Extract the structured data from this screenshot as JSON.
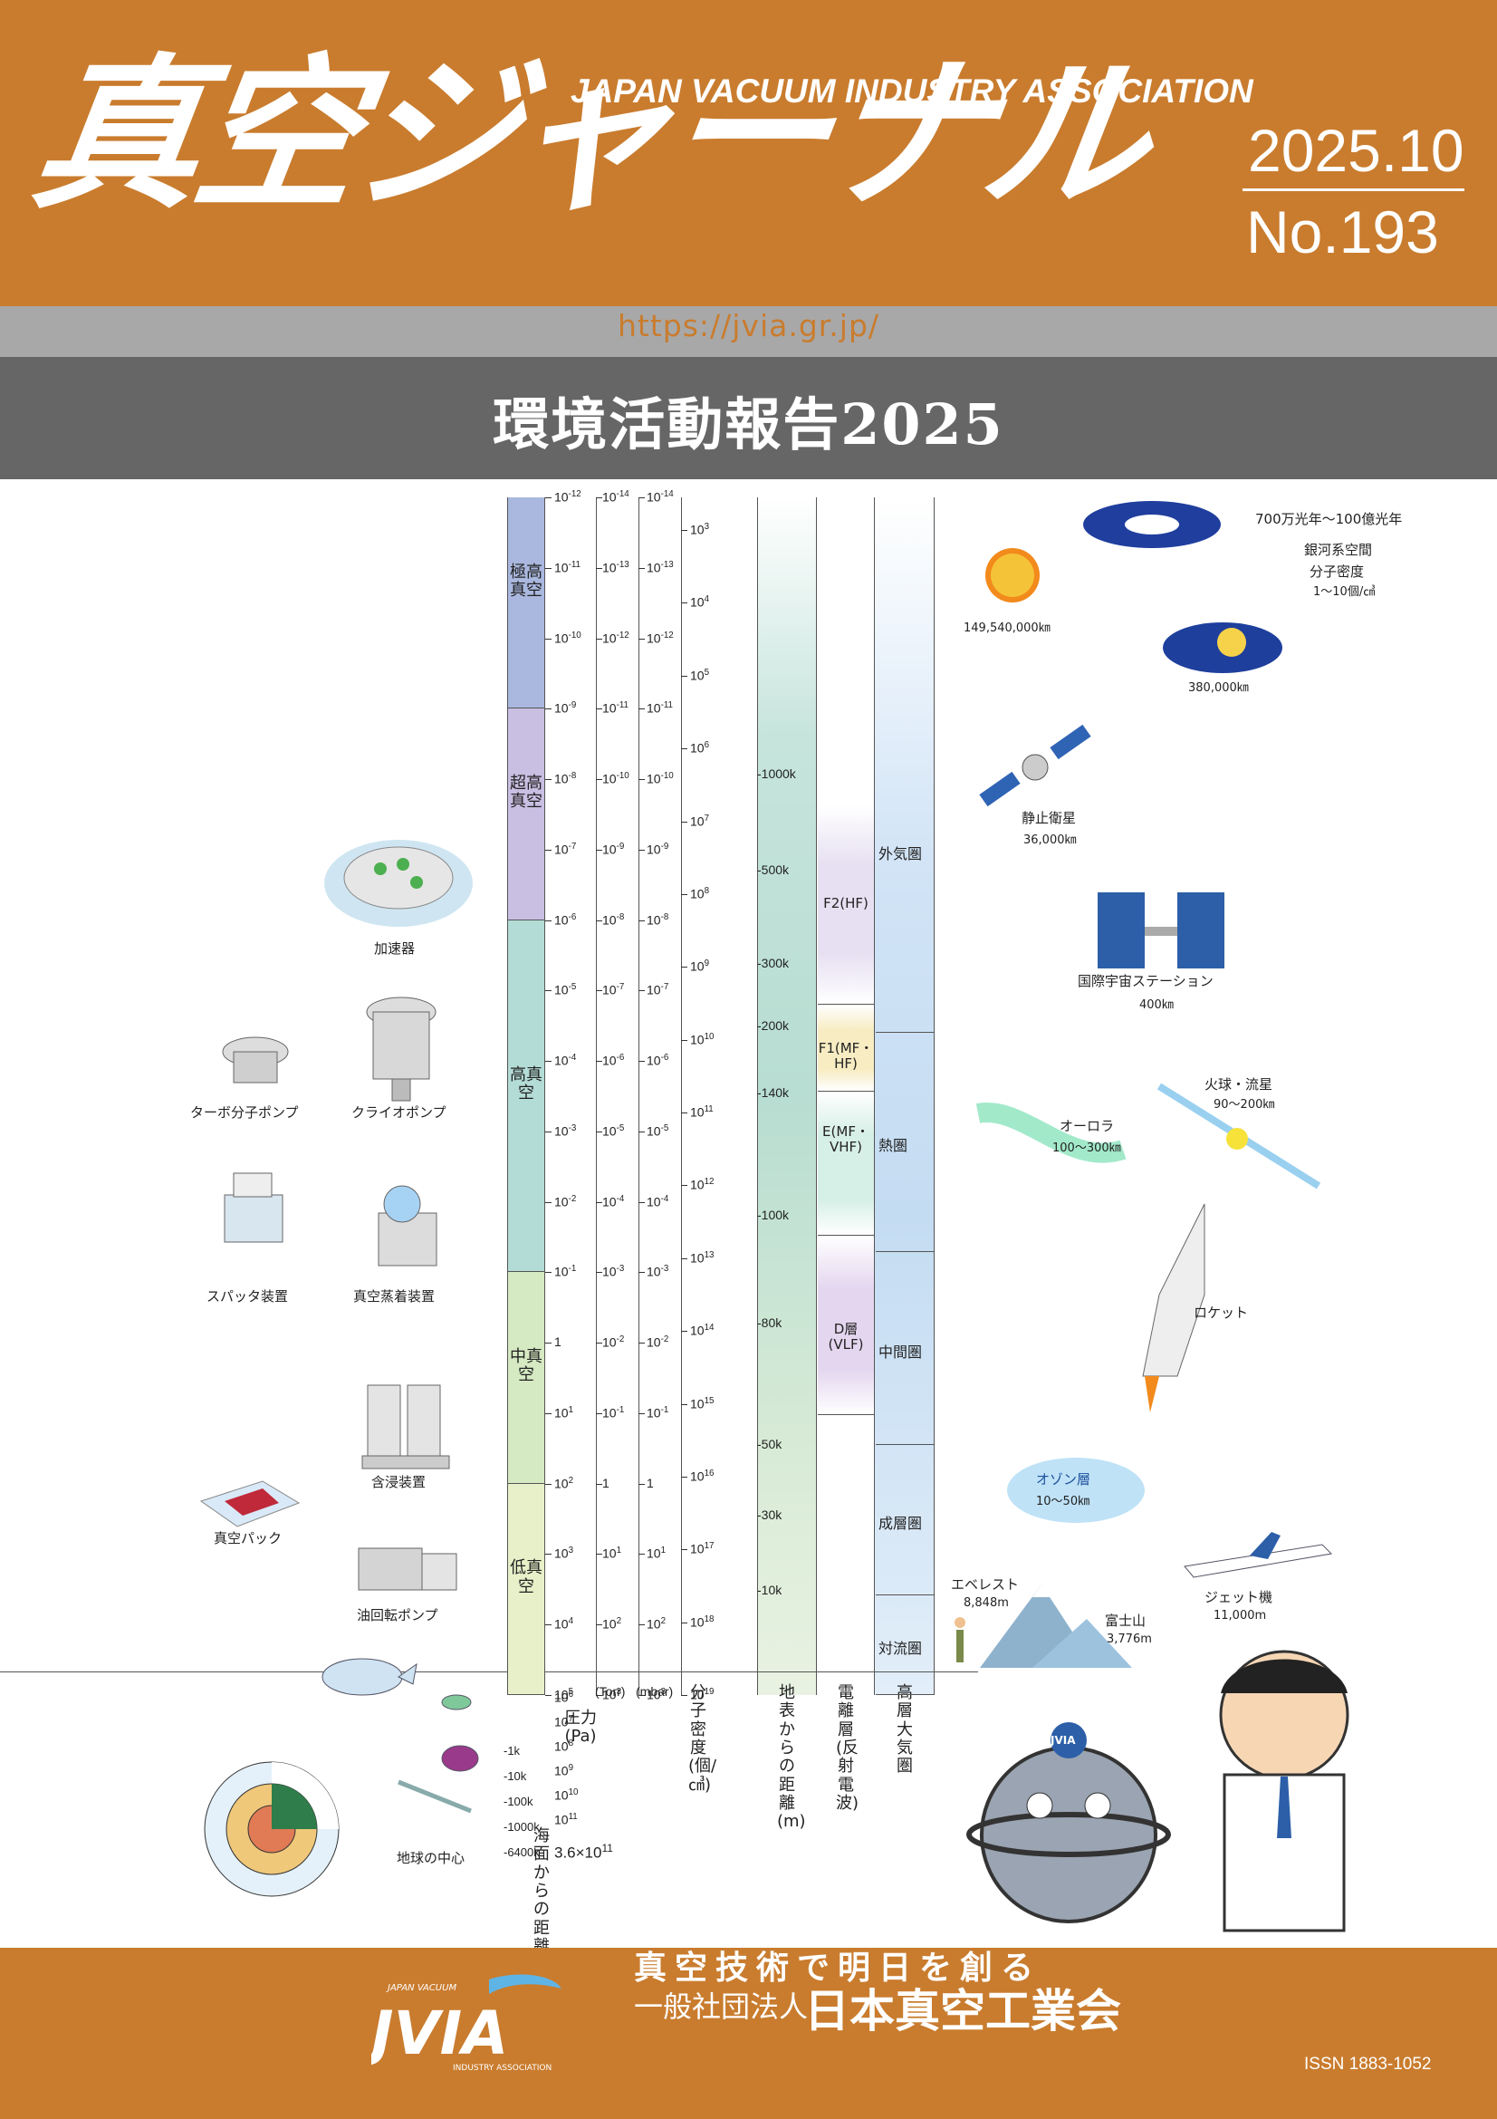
{
  "header": {
    "title": "真空ジャーナル",
    "association_en": "JAPAN VACUUM INDUSTRY ASSOCIATION",
    "issue_date": "2025.10",
    "issue_no": "No.193",
    "url": "https://jvia.gr.jp/"
  },
  "feature": {
    "title": "環境活動報告2025"
  },
  "chart": {
    "vacuum_bands": [
      {
        "label": "極高真空",
        "color": "#aab8df"
      },
      {
        "label": "超高真空",
        "color": "#c9bfe3"
      },
      {
        "label": "高真空",
        "color": "#b4dcd6"
      },
      {
        "label": "中真空",
        "color": "#d5e9c2"
      },
      {
        "label": "低真空",
        "color": "#e7f0c8"
      }
    ],
    "pa_ticks": [
      "10-12",
      "10-11",
      "10-10",
      "10-9",
      "10-8",
      "10-7",
      "10-6",
      "10-5",
      "10-4",
      "10-3",
      "10-2",
      "10-1",
      "1",
      "101",
      "102",
      "103",
      "104",
      "105"
    ],
    "pa_ticks_below": [
      "106",
      "107",
      "108",
      "109",
      "1010",
      "1011"
    ],
    "pa_max": "3.6×1011",
    "torr_ticks": [
      "10-14",
      "10-13",
      "10-12",
      "10-11",
      "10-10",
      "10-9",
      "10-8",
      "10-7",
      "10-6",
      "10-5",
      "10-4",
      "10-3",
      "10-2",
      "10-1",
      "1",
      "101",
      "102",
      "103"
    ],
    "mbar_ticks": [
      "10-14",
      "10-13",
      "10-12",
      "10-11",
      "10-10",
      "10-9",
      "10-8",
      "10-7",
      "10-6",
      "10-5",
      "10-4",
      "10-3",
      "10-2",
      "10-1",
      "1",
      "101",
      "102",
      "103"
    ],
    "density_ticks": [
      "103",
      "104",
      "105",
      "106",
      "107",
      "108",
      "109",
      "1010",
      "1011",
      "1012",
      "1013",
      "1014",
      "1015",
      "1016",
      "1017",
      "1018",
      "1019"
    ],
    "altitude_ticks": [
      "1000k",
      "500k",
      "300k",
      "200k",
      "140k",
      "100k",
      "80k",
      "50k",
      "30k",
      "10k"
    ],
    "depth_ticks": [
      "1k",
      "10k",
      "100k",
      "1000k",
      "6400k"
    ],
    "ionosphere": [
      {
        "label": "F2(HF)"
      },
      {
        "label": "F1(MF・HF)"
      },
      {
        "label": "E(MF・VHF)"
      },
      {
        "label": "D層(VLF)"
      }
    ],
    "atmosphere": [
      {
        "label": "外気圏"
      },
      {
        "label": "熱圏"
      },
      {
        "label": "中間圏"
      },
      {
        "label": "成層圏"
      },
      {
        "label": "対流圏"
      }
    ],
    "axis_labels": {
      "pa": "圧力(Pa)",
      "torr": "(Torr)",
      "mbar": "(mbar)",
      "density": "分子密度(個/㎤)",
      "altitude": "地表からの距離(m)",
      "ionosphere": "電離層(反射電波)",
      "atmosphere": "高層大気圏",
      "depth": "海面からの距離(m)"
    }
  },
  "equipment": [
    "加速器",
    "ターボ分子ポンプ",
    "クライオポンプ",
    "スパッタ装置",
    "真空蒸着装置",
    "含浸装置",
    "真空パック",
    "油回転ポンプ",
    "地球の中心"
  ],
  "space_objects": [
    {
      "name": "700万光年〜100億光年",
      "sub": "銀河系空間",
      "sub2": "分子密度",
      "sub3": "1〜10個/㎤"
    },
    {
      "name": "149,540,000㎞"
    },
    {
      "name": "380,000㎞"
    },
    {
      "name": "静止衛星",
      "sub": "36,000㎞"
    },
    {
      "name": "国際宇宙ステーション",
      "sub": "400㎞"
    },
    {
      "name": "火球・流星",
      "sub": "90〜200㎞"
    },
    {
      "name": "オーロラ",
      "sub": "100〜300㎞"
    },
    {
      "name": "ロケット"
    },
    {
      "name": "オゾン層",
      "sub": "10〜50㎞"
    },
    {
      "name": "ジェット機",
      "sub": "11,000m"
    },
    {
      "name": "エベレスト",
      "sub": "8,848m"
    },
    {
      "name": "富士山",
      "sub": "3,776m"
    }
  ],
  "mascot": {
    "badge": "JVIA"
  },
  "footer": {
    "tagline": "真空技術で明日を創る",
    "corp_type": "一般社団法人",
    "org": "日本真空工業会",
    "issn": "ISSN 1883-1052",
    "logo_small": "JAPAN VACUUM",
    "logo_big": "JVIA",
    "logo_sub": "INDUSTRY ASSOCIATION"
  },
  "colors": {
    "brand": "#c97c2e",
    "grey_bar": "#a8a8a8",
    "title_bar": "#666666"
  }
}
